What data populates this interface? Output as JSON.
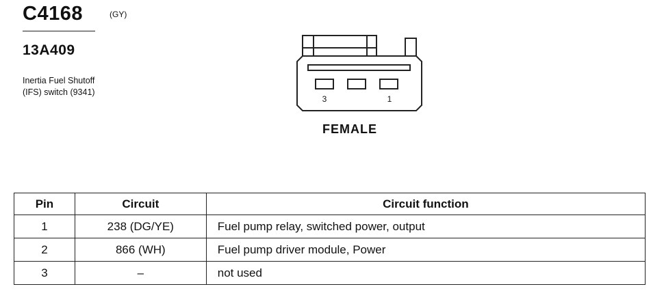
{
  "connector": {
    "id": "C4168",
    "color_code": "(GY)",
    "part_number": "13A409",
    "description_lines": [
      "Inertia Fuel Shutoff",
      "(IFS) switch (9341)"
    ]
  },
  "diagram": {
    "pin_labels": {
      "left": "3",
      "right": "1"
    },
    "view_label": "FEMALE"
  },
  "table": {
    "headers": {
      "pin": "Pin",
      "circuit": "Circuit",
      "function": "Circuit function"
    },
    "rows": [
      {
        "pin": "1",
        "circuit": "238 (DG/YE)",
        "function": "Fuel pump relay, switched power, output"
      },
      {
        "pin": "2",
        "circuit": "866 (WH)",
        "function": "Fuel pump driver module, Power"
      },
      {
        "pin": "3",
        "circuit": "–",
        "function": "not used"
      }
    ]
  }
}
